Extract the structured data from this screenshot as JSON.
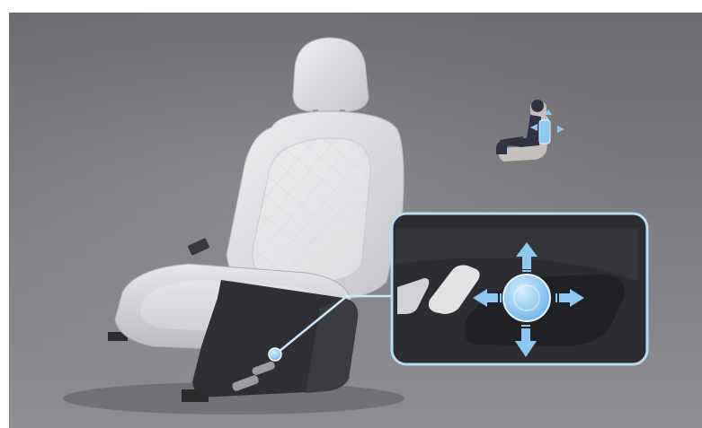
{
  "figure": {
    "subject": "power-seat-adjustment-illustration",
    "icons": {
      "main": "car-seat-icon",
      "occupant": "seated-occupant-icon",
      "control": "seat-adjust-switch-icon"
    },
    "colors": {
      "background_top": "#6c6c70",
      "background_bottom": "#8d8d92",
      "seat_upholstery": "#d9dadd",
      "seat_base_trim": "#2e2f33",
      "highlight_blue": "#8cc8f0",
      "callout_border": "#b9dcf3"
    },
    "arrow_directions": [
      "up",
      "down",
      "forward",
      "backward"
    ]
  }
}
